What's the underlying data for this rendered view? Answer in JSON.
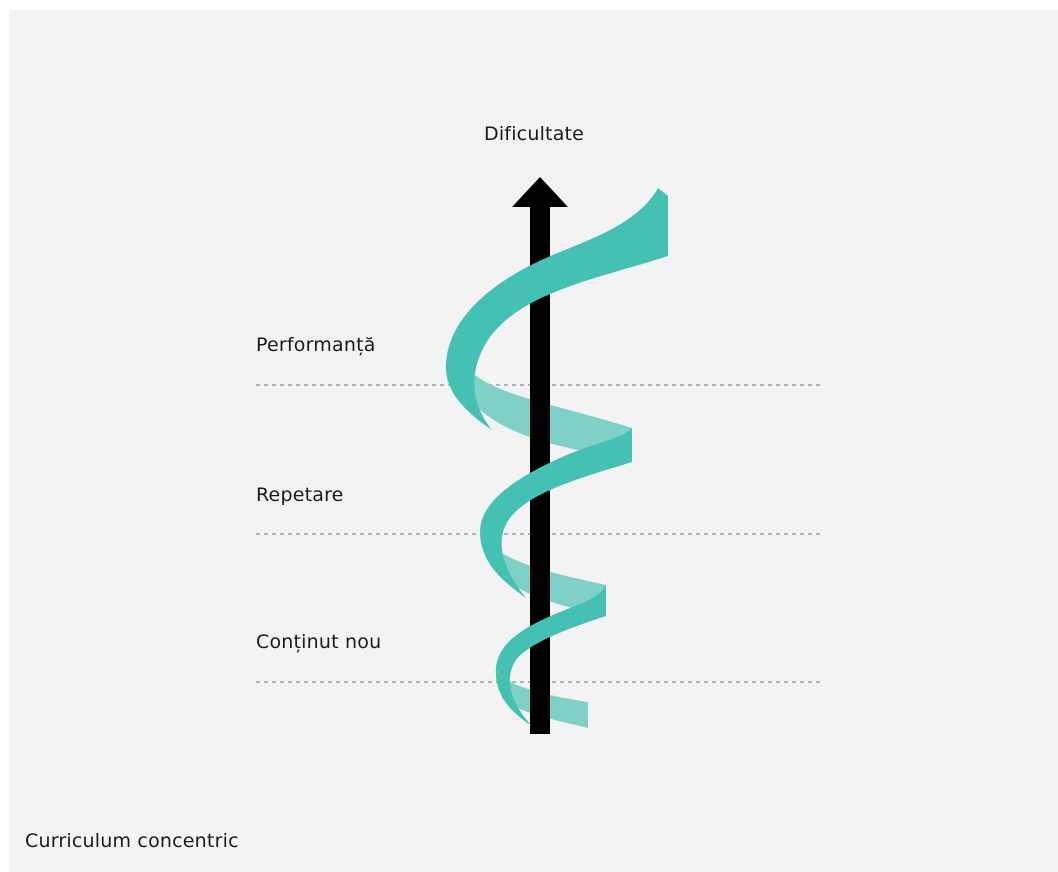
{
  "diagram": {
    "axis_label": "Dificultate",
    "levels": [
      {
        "label": "Performanță"
      },
      {
        "label": "Repetare"
      },
      {
        "label": "Conținut nou"
      }
    ],
    "caption": "Curriculum concentric"
  },
  "colors": {
    "background": "#f3f3f3",
    "spiral_front": "#45c1b4",
    "spiral_back": "#7fd0c6",
    "arrow": "#000000",
    "divider": "#a8b8c2"
  }
}
